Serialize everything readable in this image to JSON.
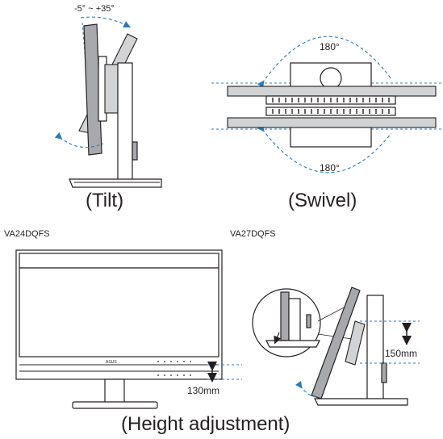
{
  "tilt": {
    "range_label": "-5° ~ +35°",
    "caption": "(Tilt)"
  },
  "swivel": {
    "top_angle": "180°",
    "bottom_angle": "180°",
    "caption": "(Swivel)"
  },
  "height": {
    "model_left": "VA24DQFS",
    "model_right": "VA27DQFS",
    "left_value": "130mm",
    "right_value": "150mm",
    "caption": "(Height adjustment)"
  },
  "colors": {
    "accent_blue": "#2b7bb9",
    "monitor_gray": "#a7a9ac",
    "outline": "#231f20"
  }
}
